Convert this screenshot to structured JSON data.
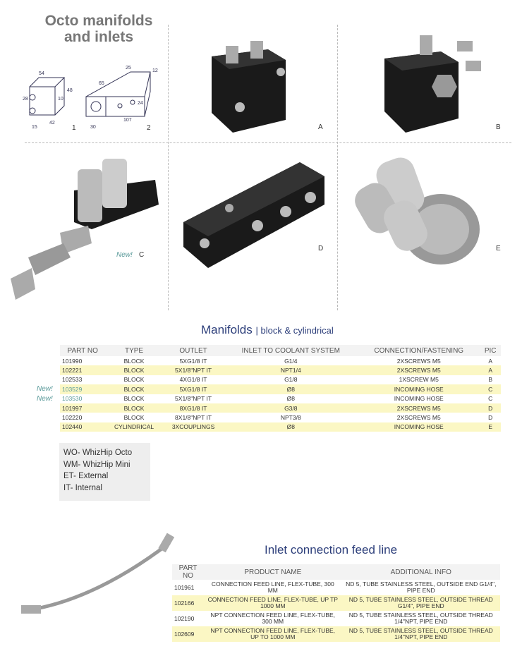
{
  "title": [
    "Octo manifolds",
    "and inlets"
  ],
  "drawing_labels": [
    "1",
    "2"
  ],
  "drawing_dims": [
    "54",
    "48",
    "28",
    "10",
    "15",
    "42",
    "65",
    "25",
    "12",
    "24",
    "30",
    "107"
  ],
  "pics": {
    "a": "A",
    "b": "B",
    "c": "C",
    "d": "D",
    "e": "E",
    "new": "New!"
  },
  "manifolds": {
    "title": "Manifolds",
    "subtitle": "| block & cylindrical",
    "headers": [
      "PART NO",
      "TYPE",
      "OUTLET",
      "INLET TO COOLANT SYSTEM",
      "CONNECTION/FASTENING",
      "PIC"
    ],
    "rows": [
      [
        "101990",
        "BLOCK",
        "5XG1/8 IT",
        "G1/4",
        "2XSCREWS M5",
        "A"
      ],
      [
        "102221",
        "BLOCK",
        "5X1/8\"NPT IT",
        "NPT1/4",
        "2XSCREWS M5",
        "A"
      ],
      [
        "102533",
        "BLOCK",
        "4XG1/8 IT",
        "G1/8",
        "1XSCREW M5",
        "B"
      ],
      [
        "103529",
        "BLOCK",
        "5XG1/8 IT",
        "Ø8",
        "INCOMING HOSE",
        "C"
      ],
      [
        "103530",
        "BLOCK",
        "5X1/8\"NPT IT",
        "Ø8",
        "INCOMING HOSE",
        "C"
      ],
      [
        "101997",
        "BLOCK",
        "8XG1/8 IT",
        "G3/8",
        "2XSCREWS M5",
        "D"
      ],
      [
        "102220",
        "BLOCK",
        "8X1/8\"NPT IT",
        "NPT3/8",
        "2XSCREWS M5",
        "D"
      ],
      [
        "102440",
        "CYLINDRICAL",
        "3XCOUPLINGS",
        "Ø8",
        "INCOMING HOSE",
        "E"
      ]
    ],
    "new_marks": [
      "New!",
      "New!"
    ]
  },
  "legend": [
    "WO- WhizHip Octo",
    "WM- WhizHip Mini",
    "ET- External",
    "IT- Internal"
  ],
  "feed": {
    "title": "Inlet connection feed line",
    "headers": [
      "PART NO",
      "PRODUCT NAME",
      "ADDITIONAL INFO"
    ],
    "rows": [
      [
        "101961",
        "CONNECTION FEED LINE, FLEX-TUBE, 300 MM",
        "ND 5, TUBE STAINLESS STEEL, OUTSIDE END G1/4\", PIPE END"
      ],
      [
        "102166",
        "CONNECTION FEED LINE, FLEX-TUBE,  UP TP 1000 MM",
        "ND 5, TUBE STAINLESS STEEL, OUTSIDE THREAD  G1/4\", PIPE END"
      ],
      [
        "102190",
        "NPT CONNECTION FEED LINE, FLEX-TUBE, 300 MM",
        "ND 5, TUBE STAINLESS STEEL, OUTSIDE THREAD  1/4\"NPT, PIPE END"
      ],
      [
        "102609",
        "NPT CONNECTION FEED LINE, FLEX-TUBE, UP TO 1000 MM",
        "ND 5, TUBE STAINLESS STEEL, OUTSIDE THREAD  1/4\"NPT, PIPE END"
      ]
    ]
  }
}
